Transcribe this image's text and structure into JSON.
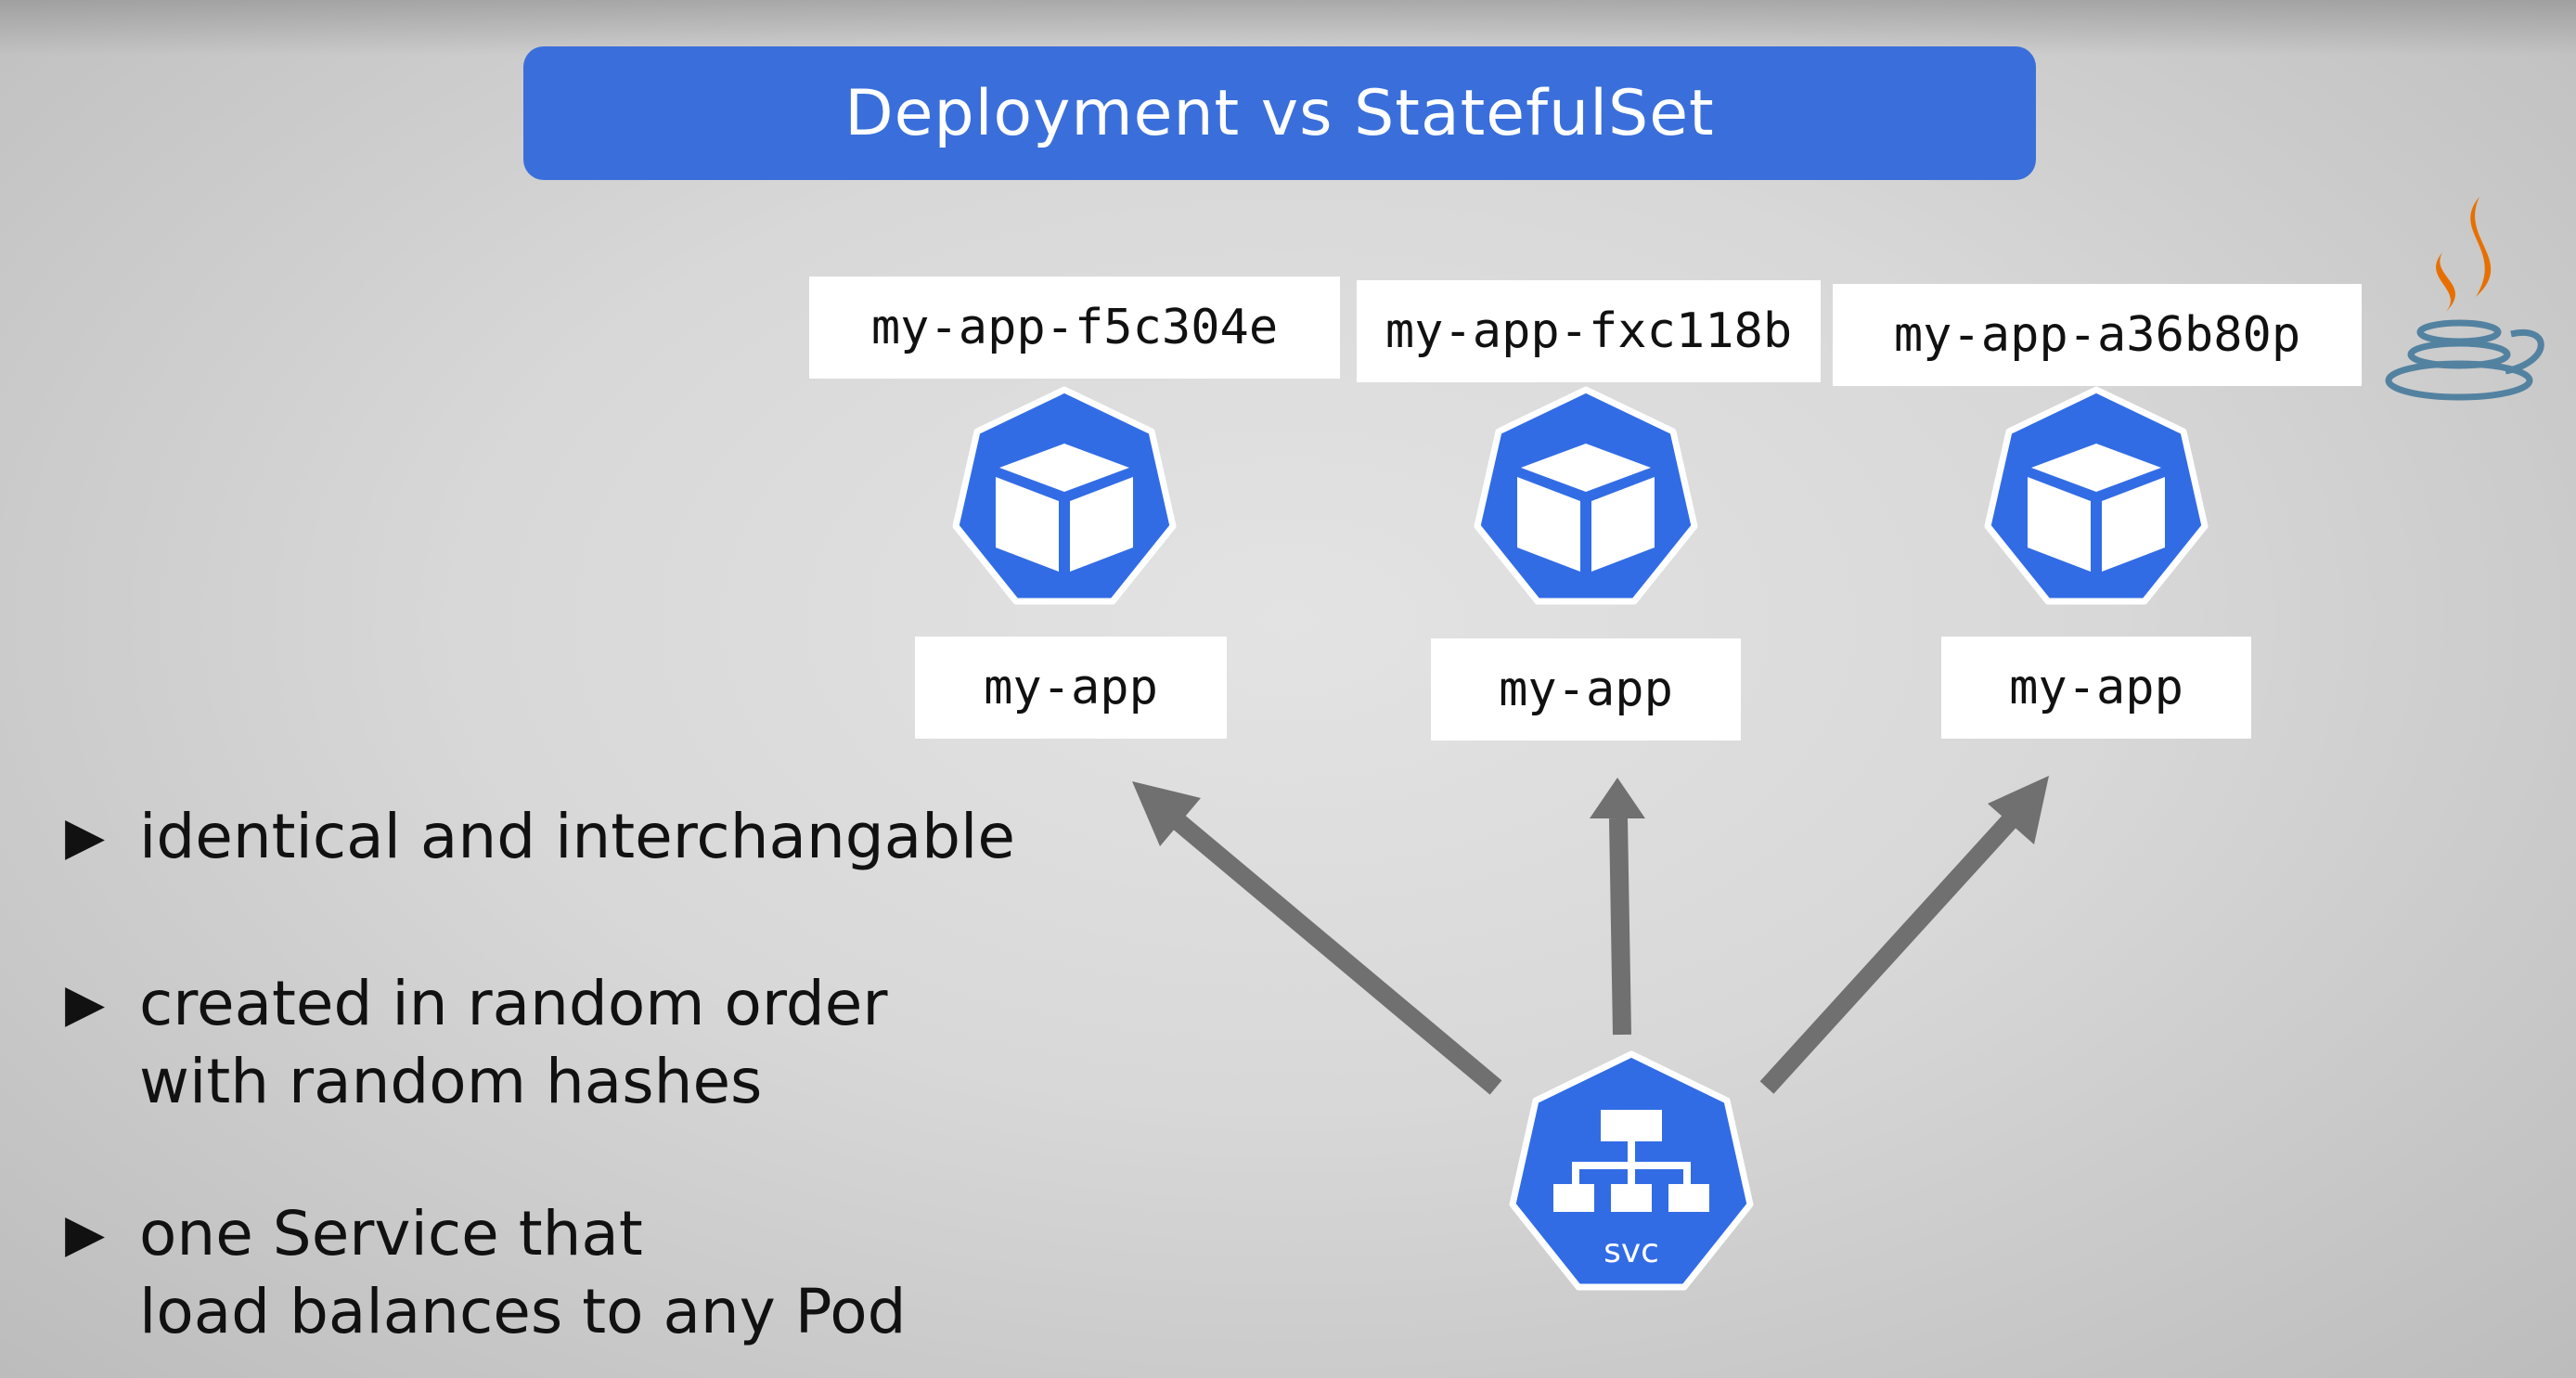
{
  "title": "Deployment vs StatefulSet",
  "pods": [
    {
      "name": "my-app-f5c304e",
      "label": "my-app"
    },
    {
      "name": "my-app-fxc118b",
      "label": "my-app"
    },
    {
      "name": "my-app-a36b80p",
      "label": "my-app"
    }
  ],
  "service": {
    "label": "svc"
  },
  "bullets": [
    {
      "marker": "▶",
      "text": "identical and interchangable"
    },
    {
      "marker": "▶",
      "text": "created in random order\nwith random hashes"
    },
    {
      "marker": "▶",
      "text": "one Service that\nload balances to any Pod"
    }
  ],
  "colors": {
    "k8s_blue": "#326ce5",
    "title_blue": "#3a6fdb",
    "arrow_gray": "#707070",
    "java_orange": "#e76f00",
    "java_blue": "#5382a1"
  },
  "icons": {
    "pod": "k8s-pod-cube-icon",
    "service": "k8s-service-icon",
    "java": "java-logo-icon"
  }
}
